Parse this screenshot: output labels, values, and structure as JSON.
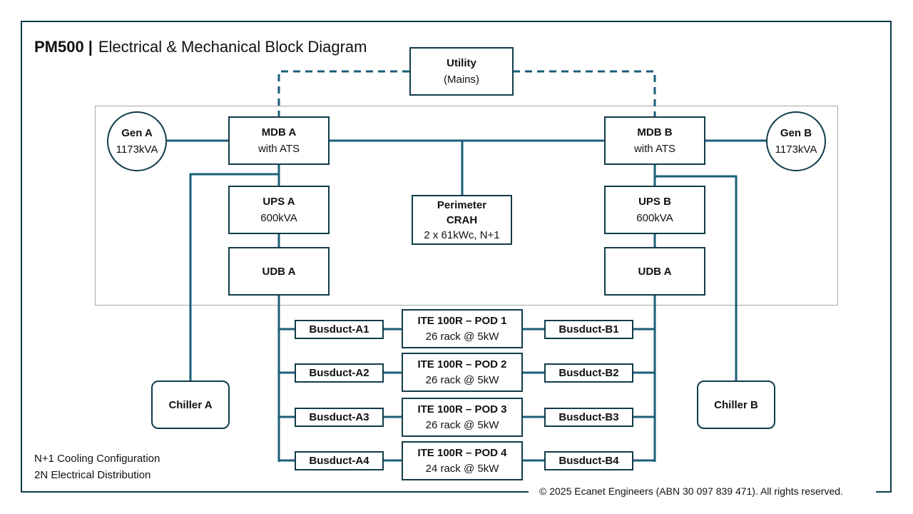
{
  "title": {
    "model": "PM500",
    "separator": "|",
    "subtitle": "Electrical & Mechanical Block Diagram"
  },
  "utility": {
    "title": "Utility",
    "subtitle": "(Mains)"
  },
  "gen_a": {
    "title": "Gen A",
    "subtitle": "1173kVA"
  },
  "gen_b": {
    "title": "Gen B",
    "subtitle": "1173kVA"
  },
  "mdb_a": {
    "title": "MDB A",
    "subtitle": "with ATS"
  },
  "mdb_b": {
    "title": "MDB B",
    "subtitle": "with ATS"
  },
  "ups_a": {
    "title": "UPS A",
    "subtitle": "600kVA"
  },
  "ups_b": {
    "title": "UPS B",
    "subtitle": "600kVA"
  },
  "crah": {
    "title_line1": "Perimeter",
    "title_line2": "CRAH",
    "subtitle": "2 x 61kWc, N+1"
  },
  "udb_a": {
    "title": "UDB A"
  },
  "udb_b": {
    "title": "UDB A"
  },
  "chiller_a": {
    "title": "Chiller A"
  },
  "chiller_b": {
    "title": "Chiller B"
  },
  "busducts_a": [
    "Busduct-A1",
    "Busduct-A2",
    "Busduct-A3",
    "Busduct-A4"
  ],
  "busducts_b": [
    "Busduct-B1",
    "Busduct-B2",
    "Busduct-B3",
    "Busduct-B4"
  ],
  "pods": [
    {
      "title": "ITE 100R – POD 1",
      "subtitle": "26 rack @ 5kW"
    },
    {
      "title": "ITE 100R – POD 2",
      "subtitle": "26 rack @ 5kW"
    },
    {
      "title": "ITE 100R – POD 3",
      "subtitle": "26 rack @ 5kW"
    },
    {
      "title": "ITE 100R – POD 4",
      "subtitle": "24 rack @ 5kW"
    }
  ],
  "notes": {
    "cooling": "N+1 Cooling Configuration",
    "electrical": "2N Electrical Distribution"
  },
  "copyright": "© 2025 Ecanet Engineers (ABN 30 097 839 471). All rights reserved.",
  "colors": {
    "line": "#1b5e78",
    "box_border": "#123b4a",
    "frame": "#0f3a4a",
    "enclosure": "#a9a9a9"
  }
}
